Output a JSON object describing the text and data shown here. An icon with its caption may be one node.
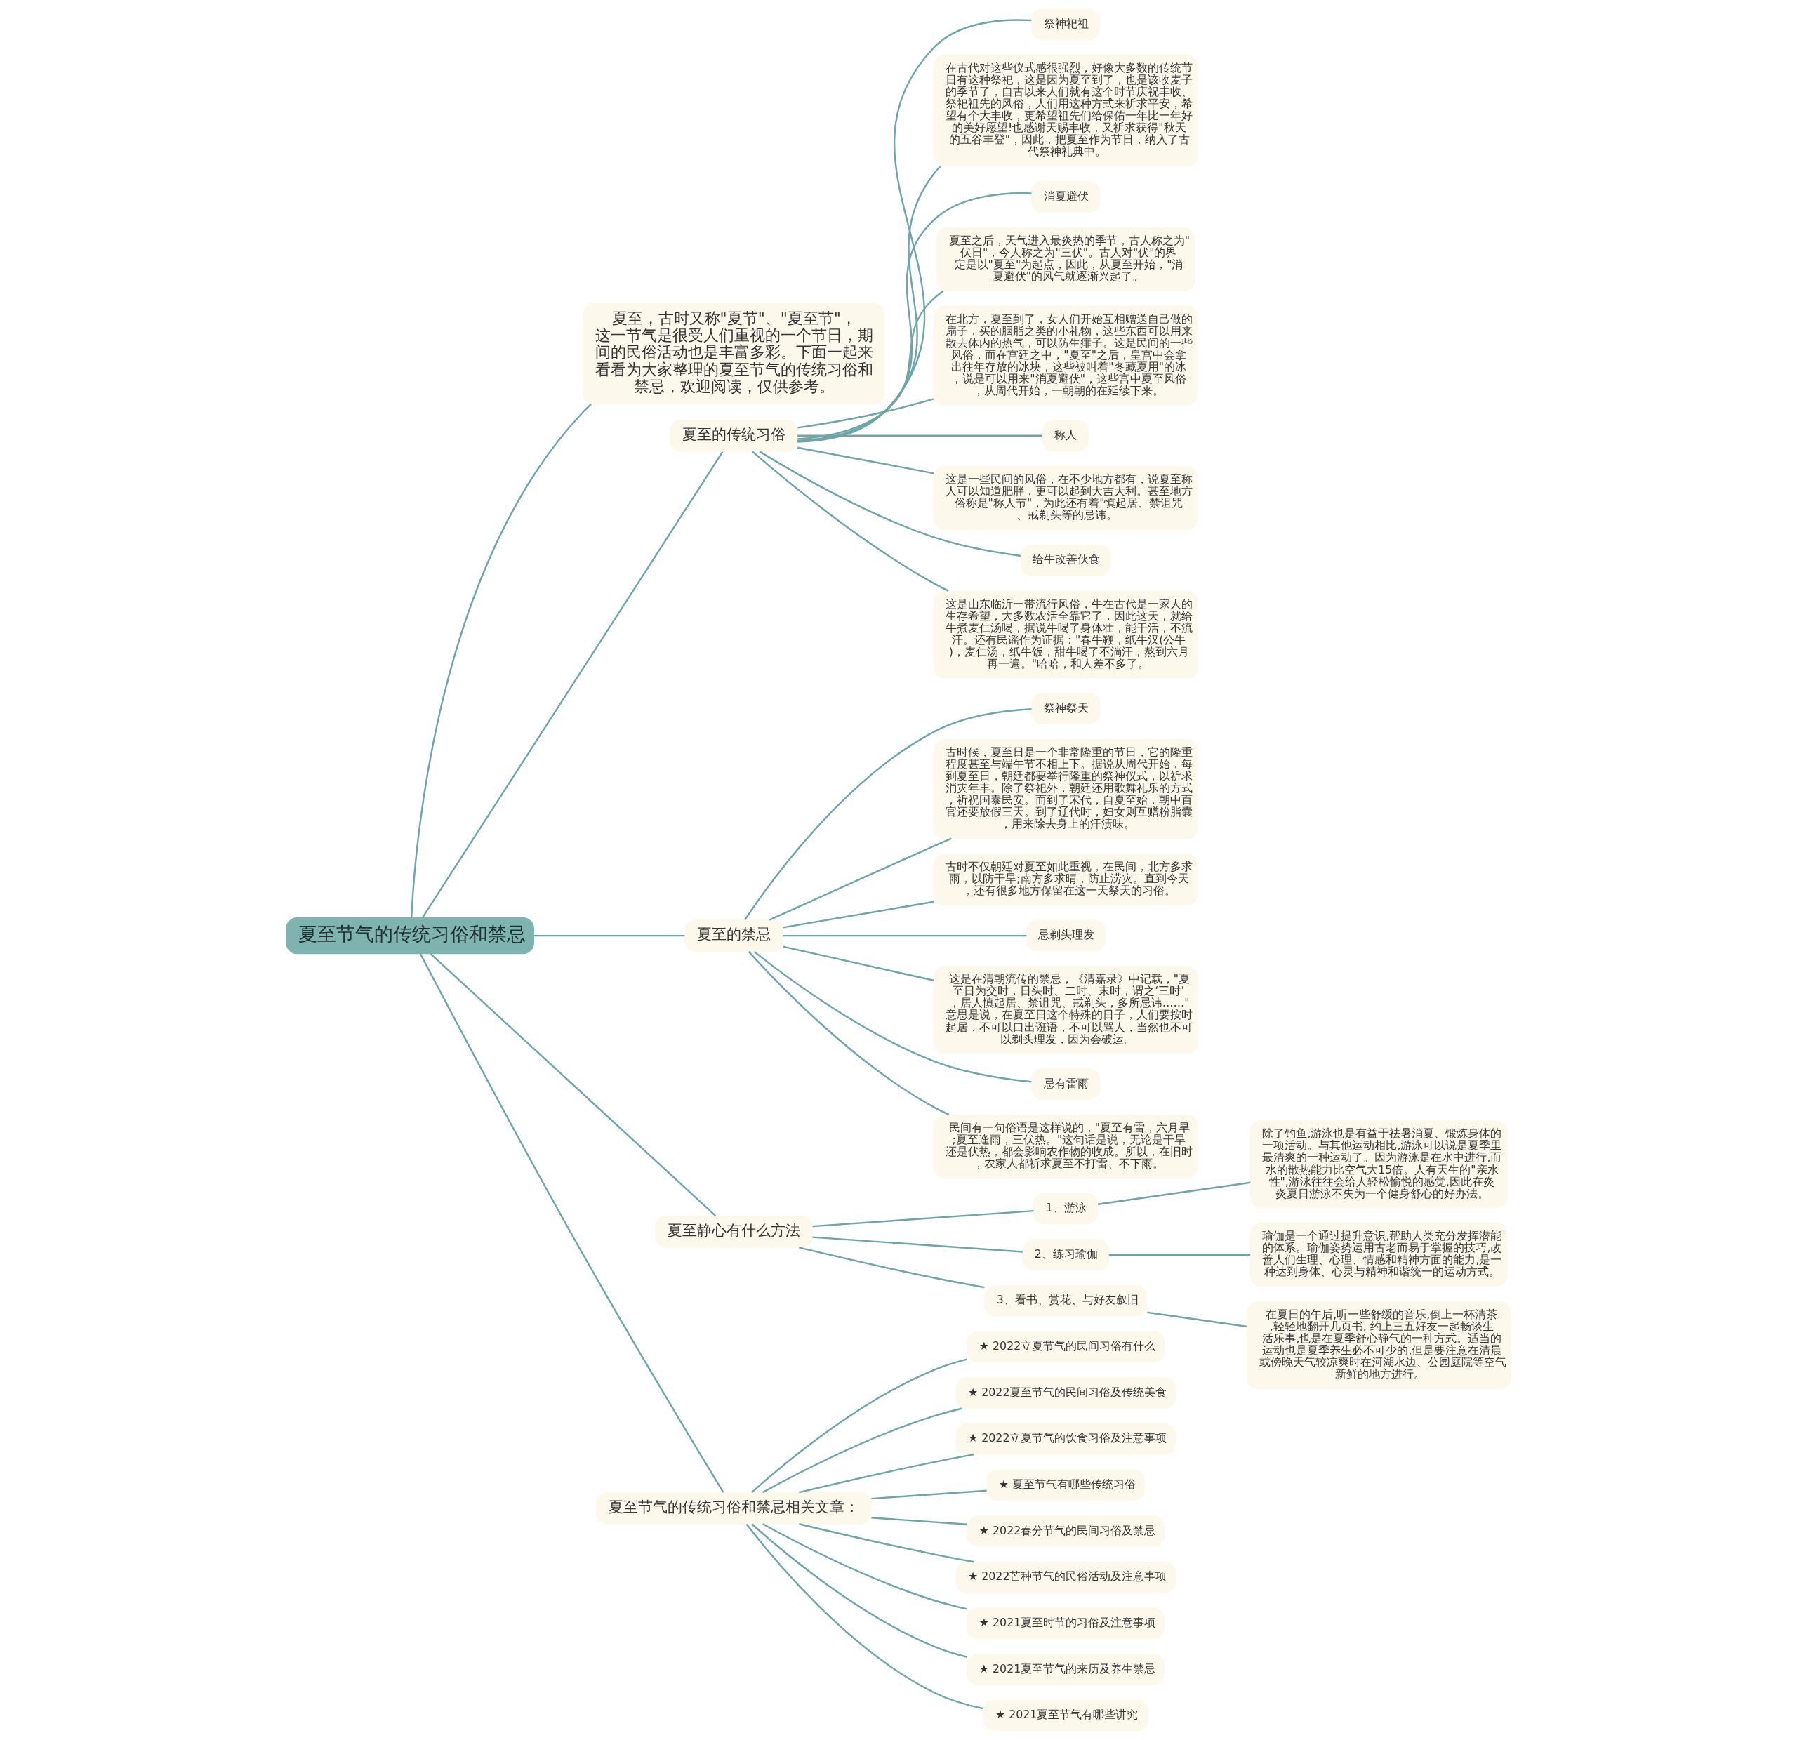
{
  "diagram": {
    "nodes": [
      {
        "text": [
          "夏至节气的传统习俗和禁忌"
        ]
      },
      {
        "text": [
          "夏至，古时又称\"夏节\"、\"夏至节\"，这一节气是很受人们重视的一个节日，期间的民俗活动也是丰富多彩。下面一起来看看为大家整理的夏至节气的传统习俗和禁忌，欢迎阅读，仅供参考。"
        ]
      },
      {
        "text": [
          "夏至的传统习俗"
        ]
      },
      {
        "text": [
          "祭神祀祖"
        ]
      },
      {
        "text": [
          "在古代对这些仪式感很强烈，好像大多数的传统节日有这种祭祀，这是因为夏至到了，也是该收麦子的季节了，自古以来人们就有这个时节庆祝丰收、祭祀祖先的风俗，人们用这种方式来祈求平安，希望有个大丰收，更希望祖先们给保佑一年比一年好的美好愿望!也感谢天赐丰收，又祈求获得\"秋天的五谷丰登\"，因此，把夏至作为节日，纳入了古代祭神礼典中。"
        ]
      },
      {
        "text": [
          "消夏避伏"
        ]
      },
      {
        "text": [
          "夏至之后，天气进入最炎热的季节，古人称之为\"伏日\"，今人称之为\"三伏\"。古人对\"伏\"的界定是以\"夏至\"为起点，因此，从夏至开始，\"消夏避伏\"的风气就逐渐兴起了。"
        ]
      },
      {
        "text": [
          "在北方，夏至到了，女人们开始互相赠送自己做的扇子，买的胭脂之类的小礼物，这些东西可以用来散去体内的热气，可以防生痱子。这是民间的一些风俗，而在宫廷之中，\"夏至\"之后，皇宫中会拿出往年存放的冰块，这些被叫着\"冬藏夏用\"的冰，说是可以用来\"消夏避伏\"，这些宫中夏至风俗，从周代开始，一朝朝的在延续下来。"
        ]
      },
      {
        "text": [
          "称人"
        ]
      },
      {
        "text": [
          "这是一些民间的风俗，在不少地方都有，说夏至称人可以知道肥胖，更可以起到大吉大利。甚至地方俗称是\"称人节\"，为此还有着\"慎起居、禁诅咒、戒剃头等的忌讳。"
        ]
      },
      {
        "text": [
          "给牛改善伙食"
        ]
      },
      {
        "text": [
          "这是山东临沂一带流行风俗，牛在古代是一家人的生存希望，大多数农活全靠它了，因此这天，就给牛煮麦仁汤喝，据说牛喝了身体壮，能干活，不流汗。还有民谣作为证据：\"春牛鞭，纸牛汉(公牛)，麦仁汤，纸牛饭，甜牛喝了不淌汗，熬到六月再一遍。\"哈哈，和人差不多了。"
        ]
      },
      {
        "text": [
          "夏至的禁忌"
        ]
      },
      {
        "text": [
          "祭神祭天"
        ]
      },
      {
        "text": [
          "古时候，夏至日是一个非常隆重的节日，它的隆重程度甚至与端午节不相上下。据说从周代开始，每到夏至日，朝廷都要举行隆重的祭神仪式，以祈求消灾年丰。除了祭祀外，朝廷还用歌舞礼乐的方式，祈祝国泰民安。而到了宋代，自夏至始，朝中百官还要放假三天。到了辽代时，妇女则互赠粉脂囊，用来除去身上的汗渍味。"
        ]
      },
      {
        "text": [
          "古时不仅朝廷对夏至如此重视，在民间，北方多求雨，以防干旱;南方多求晴，防止涝灾。直到今天，还有很多地方保留在这一天祭天的习俗。"
        ]
      },
      {
        "text": [
          "忌剃头理发"
        ]
      },
      {
        "text": [
          "这是在清朝流传的禁忌，《清嘉录》中记载，\"夏至日为交时，日头时、二时、末时，谓之‘三时’，居人慎起居、禁诅咒、戒剃头，多所忌讳……\"意思是说，在夏至日这个特殊的日子，人们要按时起居，不可以口出诳语，不可以骂人，当然也不可以剃头理发，因为会破运。"
        ]
      },
      {
        "text": [
          "忌有雷雨"
        ]
      },
      {
        "text": [
          "民间有一句俗语是这样说的，\"夏至有雷，六月旱;夏至逢雨，三伏热。\"这句话是说，无论是干旱还是伏热，都会影响农作物的收成。所以，在旧时，农家人都祈求夏至不打雷、不下雨。"
        ]
      },
      {
        "text": [
          "夏至静心有什么方法"
        ]
      },
      {
        "text": [
          "1、游泳"
        ]
      },
      {
        "text": [
          "除了钓鱼,游泳也是有益于祛暑消夏、锻炼身体的一项活动。与其他运动相比,游泳可以说是夏季里最清爽的一种运动了。因为游泳是在水中进行,而水的散热能力比空气大15倍。人有天生的\"亲水性\",游泳往往会给人轻松愉悦的感觉,因此在炎炎夏日游泳不失为一个健身舒心的好办法。"
        ]
      },
      {
        "text": [
          "2、练习瑜伽"
        ]
      },
      {
        "text": [
          "瑜伽是一个通过提升意识,帮助人类充分发挥潜能的体系。瑜伽姿势运用古老而易于掌握的技巧,改善人们生理、心理、情感和精神方面的能力,是一种达到身体、心灵与精神和谐统一的运动方式。"
        ]
      },
      {
        "text": [
          "3、看书、赏花、与好友叙旧"
        ]
      },
      {
        "text": [
          "在夏日的午后,听一些舒缓的音乐,倒上一杯清茶,轻轻地翻开几页书, 约上三五好友一起畅谈生活乐事,也是在夏季舒心静气的一种方式。适当的运动也是夏季养生必不可少的,但是要注意在清晨或傍晚天气较凉爽时在河湖水边、公园庭院等空气新鲜的地方进行。"
        ]
      },
      {
        "text": [
          "夏至节气的传统习俗和禁忌相关文章："
        ]
      },
      {
        "text": [
          "★ 2022立夏节气的民间习俗有什么"
        ]
      },
      {
        "text": [
          "★ 2022夏至节气的民间习俗及传统美食"
        ]
      },
      {
        "text": [
          "★ 2022立夏节气的饮食习俗及注意事项"
        ]
      },
      {
        "text": [
          "★ 夏至节气有哪些传统习俗"
        ]
      },
      {
        "text": [
          "★ 2022春分节气的民间习俗及禁忌"
        ]
      },
      {
        "text": [
          "★ 2022芒种节气的民俗活动及注意事项"
        ]
      },
      {
        "text": [
          "★ 2021夏至时节的习俗及注意事项"
        ]
      },
      {
        "text": [
          "★ 2021夏至节气的来历及养生禁忌"
        ]
      },
      {
        "text": [
          "★ 2021夏至节气有哪些讲究"
        ]
      }
    ],
    "edges": [
      {
        "from": 0,
        "to": 1,
        "arrow": "none"
      },
      {
        "from": 0,
        "to": 2,
        "arrow": "none"
      },
      {
        "from": 2,
        "to": 3,
        "arrow": "none"
      },
      {
        "from": 2,
        "to": 4,
        "arrow": "none"
      },
      {
        "from": 2,
        "to": 5,
        "arrow": "none"
      },
      {
        "from": 2,
        "to": 6,
        "arrow": "none"
      },
      {
        "from": 2,
        "to": 7,
        "arrow": "none"
      },
      {
        "from": 2,
        "to": 8,
        "arrow": "none"
      },
      {
        "from": 2,
        "to": 9,
        "arrow": "none"
      },
      {
        "from": 2,
        "to": 10,
        "arrow": "none"
      },
      {
        "from": 2,
        "to": 11,
        "arrow": "none"
      },
      {
        "from": 0,
        "to": 12,
        "arrow": "none"
      },
      {
        "from": 12,
        "to": 13,
        "arrow": "none"
      },
      {
        "from": 12,
        "to": 14,
        "arrow": "none"
      },
      {
        "from": 12,
        "to": 15,
        "arrow": "none"
      },
      {
        "from": 12,
        "to": 16,
        "arrow": "none"
      },
      {
        "from": 12,
        "to": 17,
        "arrow": "none"
      },
      {
        "from": 12,
        "to": 18,
        "arrow": "none"
      },
      {
        "from": 12,
        "to": 19,
        "arrow": "none"
      },
      {
        "from": 0,
        "to": 20,
        "arrow": "none"
      },
      {
        "from": 20,
        "to": 21,
        "arrow": "none"
      },
      {
        "from": 21,
        "to": 22,
        "arrow": "none"
      },
      {
        "from": 20,
        "to": 23,
        "arrow": "none"
      },
      {
        "from": 23,
        "to": 24,
        "arrow": "none"
      },
      {
        "from": 20,
        "to": 25,
        "arrow": "none"
      },
      {
        "from": 25,
        "to": 26,
        "arrow": "none"
      },
      {
        "from": 0,
        "to": 27,
        "arrow": "none"
      },
      {
        "from": 27,
        "to": 28,
        "arrow": "none"
      },
      {
        "from": 27,
        "to": 29,
        "arrow": "none"
      },
      {
        "from": 27,
        "to": 30,
        "arrow": "none"
      },
      {
        "from": 27,
        "to": 31,
        "arrow": "none"
      },
      {
        "from": 27,
        "to": 32,
        "arrow": "none"
      },
      {
        "from": 27,
        "to": 33,
        "arrow": "none"
      },
      {
        "from": 27,
        "to": 34,
        "arrow": "none"
      },
      {
        "from": 27,
        "to": 35,
        "arrow": "none"
      },
      {
        "from": 27,
        "to": 36,
        "arrow": "none"
      }
    ]
  }
}
